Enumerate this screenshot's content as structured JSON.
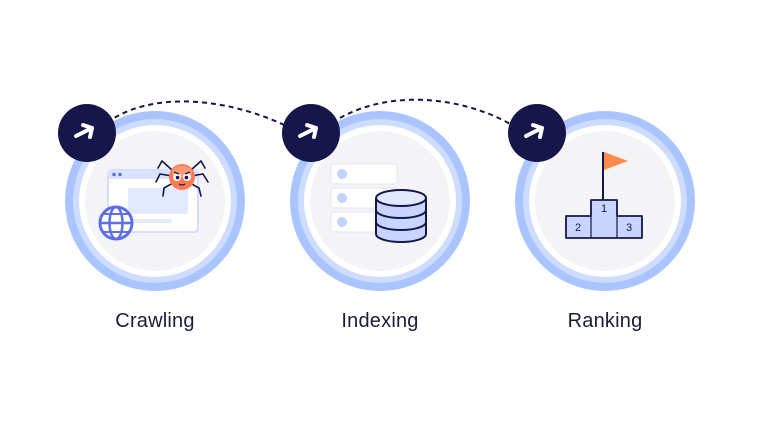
{
  "steps": [
    {
      "label": "Crawling",
      "arrow_icon": "arrow-right-icon",
      "illustration": "spider-browser-icon"
    },
    {
      "label": "Indexing",
      "arrow_icon": "arrow-right-icon",
      "illustration": "database-servers-icon"
    },
    {
      "label": "Ranking",
      "arrow_icon": "arrow-right-icon",
      "illustration": "podium-flag-icon"
    }
  ],
  "podium": {
    "first": "1",
    "second": "2",
    "third": "3"
  },
  "colors": {
    "navy": "#16164a",
    "ring_outer": "#a9c4ff",
    "ring_inner": "#cddcff",
    "disc": "#f4f4f6",
    "accent_blue": "#5d6fe6",
    "light_blue": "#d9e2ff",
    "flag_orange": "#ff8a4c",
    "spider_orange": "#ff7a52"
  }
}
